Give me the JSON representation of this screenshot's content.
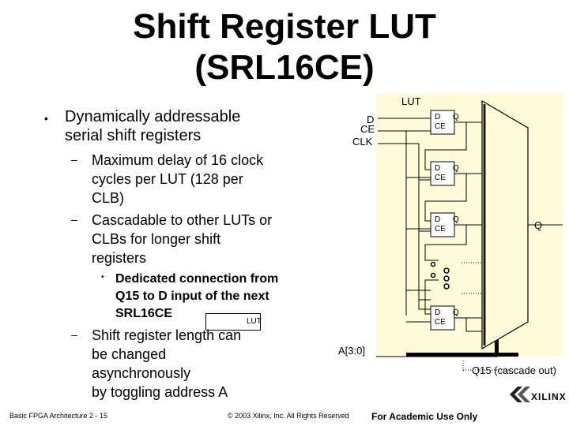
{
  "slide": {
    "title_line1": "Shift Register LUT",
    "title_line2": "(SRL16CE)",
    "bullet_marker": "•",
    "sub_marker": "–",
    "bullet1": [
      "Dynamically addressable",
      "serial shift registers"
    ],
    "sub1": [
      "Maximum delay of 16 clock",
      "cycles per LUT (128 per",
      "CLB)"
    ],
    "sub2": [
      "Cascadable to other LUTs or",
      "CLBs for longer shift",
      "registers"
    ],
    "subsub1": [
      "Dedicated connection from",
      "Q15 to D input of the next",
      "SRL16CE"
    ],
    "sub3": [
      "Shift register length can",
      "be changed",
      "asynchronously",
      "by toggling address A"
    ]
  },
  "diagram": {
    "lut_label": "LUT",
    "input_d": "D",
    "input_ce": "CE",
    "input_clk": "CLK",
    "ff_d": "D",
    "ff_q": "Q",
    "ff_ce": "CE",
    "mux_out": "Q",
    "addr_label": "A[3:0]",
    "cascade_label": "Q15 (cascade out)",
    "inline_lut": "LUT"
  },
  "footer": {
    "left": "Basic FPGA Architecture  2 - 15",
    "center": "© 2003 Xilinx, Inc. All Rights Reserved",
    "right": "For Academic Use Only",
    "logo": "XILINX"
  },
  "colors": {
    "lut_fill": "#fffbd9",
    "wire": "#000000",
    "bus": "#000000"
  }
}
